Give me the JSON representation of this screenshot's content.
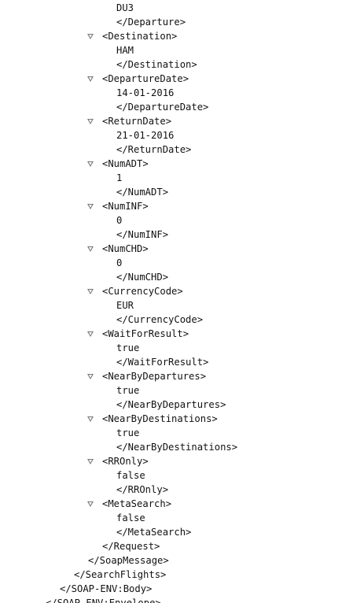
{
  "xml_tree": {
    "lines": [
      {
        "text": "DU3",
        "indent": 4,
        "toggle": false
      },
      {
        "text": "</Departure>",
        "indent": 4,
        "toggle": false
      },
      {
        "text": "<Destination>",
        "indent": 3,
        "toggle": true
      },
      {
        "text": "HAM",
        "indent": 4,
        "toggle": false
      },
      {
        "text": "</Destination>",
        "indent": 4,
        "toggle": false
      },
      {
        "text": "<DepartureDate>",
        "indent": 3,
        "toggle": true
      },
      {
        "text": "14-01-2016",
        "indent": 4,
        "toggle": false
      },
      {
        "text": "</DepartureDate>",
        "indent": 4,
        "toggle": false
      },
      {
        "text": "<ReturnDate>",
        "indent": 3,
        "toggle": true
      },
      {
        "text": "21-01-2016",
        "indent": 4,
        "toggle": false
      },
      {
        "text": "</ReturnDate>",
        "indent": 4,
        "toggle": false
      },
      {
        "text": "<NumADT>",
        "indent": 3,
        "toggle": true
      },
      {
        "text": "1",
        "indent": 4,
        "toggle": false
      },
      {
        "text": "</NumADT>",
        "indent": 4,
        "toggle": false
      },
      {
        "text": "<NumINF>",
        "indent": 3,
        "toggle": true
      },
      {
        "text": "0",
        "indent": 4,
        "toggle": false
      },
      {
        "text": "</NumINF>",
        "indent": 4,
        "toggle": false
      },
      {
        "text": "<NumCHD>",
        "indent": 3,
        "toggle": true
      },
      {
        "text": "0",
        "indent": 4,
        "toggle": false
      },
      {
        "text": "</NumCHD>",
        "indent": 4,
        "toggle": false
      },
      {
        "text": "<CurrencyCode>",
        "indent": 3,
        "toggle": true
      },
      {
        "text": "EUR",
        "indent": 4,
        "toggle": false
      },
      {
        "text": "</CurrencyCode>",
        "indent": 4,
        "toggle": false
      },
      {
        "text": "<WaitForResult>",
        "indent": 3,
        "toggle": true
      },
      {
        "text": "true",
        "indent": 4,
        "toggle": false
      },
      {
        "text": "</WaitForResult>",
        "indent": 4,
        "toggle": false
      },
      {
        "text": "<NearByDepartures>",
        "indent": 3,
        "toggle": true
      },
      {
        "text": "true",
        "indent": 4,
        "toggle": false
      },
      {
        "text": "</NearByDepartures>",
        "indent": 4,
        "toggle": false
      },
      {
        "text": "<NearByDestinations>",
        "indent": 3,
        "toggle": true
      },
      {
        "text": "true",
        "indent": 4,
        "toggle": false
      },
      {
        "text": "</NearByDestinations>",
        "indent": 4,
        "toggle": false
      },
      {
        "text": "<RROnly>",
        "indent": 3,
        "toggle": true
      },
      {
        "text": "false",
        "indent": 4,
        "toggle": false
      },
      {
        "text": "</RROnly>",
        "indent": 4,
        "toggle": false
      },
      {
        "text": "<MetaSearch>",
        "indent": 3,
        "toggle": true
      },
      {
        "text": "false",
        "indent": 4,
        "toggle": false
      },
      {
        "text": "</MetaSearch>",
        "indent": 4,
        "toggle": false
      },
      {
        "text": "</Request>",
        "indent": 3,
        "toggle": false
      },
      {
        "text": "</SoapMessage>",
        "indent": 2,
        "toggle": false
      },
      {
        "text": "</SearchFlights>",
        "indent": 1,
        "toggle": false
      },
      {
        "text": "</SOAP-ENV:Body>",
        "indent": 0,
        "toggle": false
      },
      {
        "text": "</SOAP-ENV:Envelope>",
        "indent": -1,
        "toggle": false
      }
    ]
  },
  "colors": {
    "text": "#111111",
    "toggle": "#7a7a7a",
    "background": "#ffffff"
  }
}
